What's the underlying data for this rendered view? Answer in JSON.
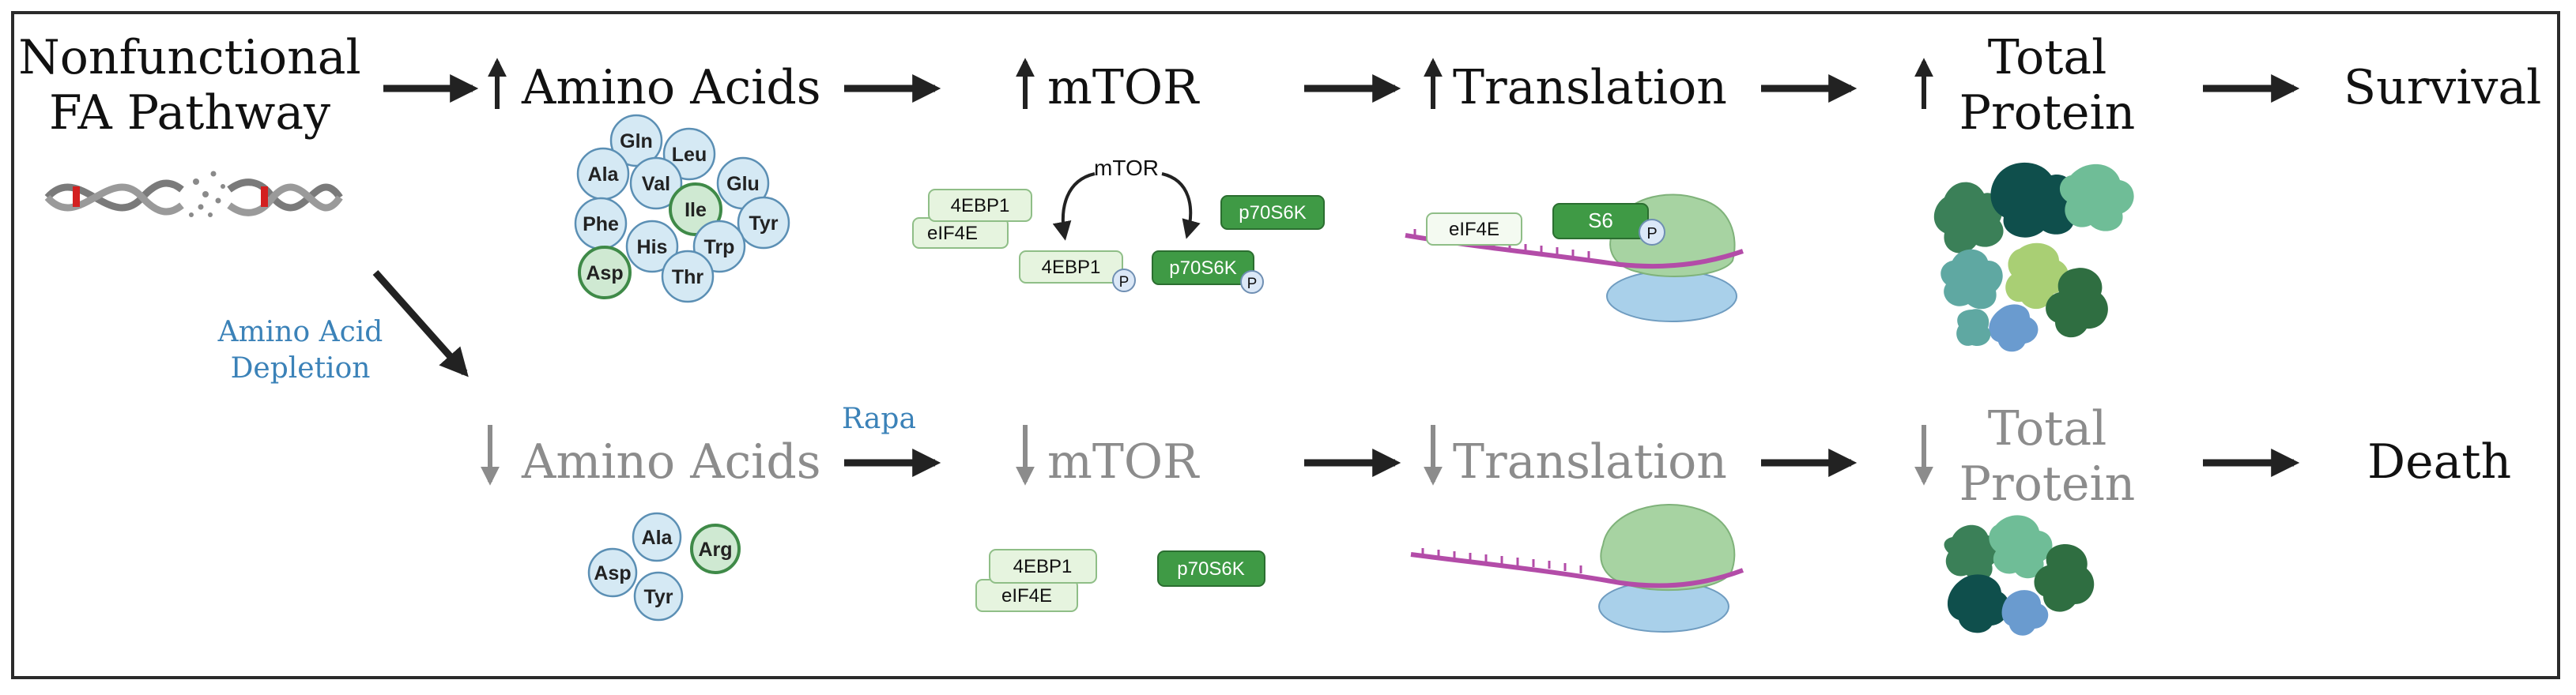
{
  "colors": {
    "text": "#111111",
    "dim_text": "#8c8c8c",
    "annotation": "#3b82b8",
    "arrow": "#222222",
    "dim_arrow": "#8c8c8c",
    "aa_fill": "#d5e9f4",
    "aa_green_fill": "#cfe9d2",
    "light_green": "#e6f4df",
    "dark_green": "#3f9a45",
    "mrna": "#b34ca8",
    "ribosome_large": "#a7d3a2",
    "ribosome_small": "#a9d0ea",
    "dna": "#7a7a7a",
    "mutation": "#d32020"
  },
  "top": {
    "source": [
      "Nonfunctional",
      "FA Pathway"
    ],
    "amino_acids": "Amino Acids",
    "mtor": "mTOR",
    "translation": "Translation",
    "total_protein": [
      "Total",
      "Protein"
    ],
    "outcome": "Survival",
    "amino_acid_list": [
      "Gln",
      "Leu",
      "Ala",
      "Val",
      "Glu",
      "Ile",
      "Phe",
      "Tyr",
      "His",
      "Trp",
      "Asp",
      "Thr"
    ],
    "mtor_detail": {
      "kinase": "mTOR",
      "bp1": "4EBP1",
      "eif4e": "eIF4E",
      "bp1_p": "4EBP1",
      "s6k": "p70S6K",
      "s6k_p": "p70S6K",
      "phospho": "P"
    },
    "translation_detail": {
      "eif4e": "eIF4E",
      "s6": "S6",
      "phospho": "P"
    }
  },
  "depletion": {
    "line1": "Amino Acid",
    "line2": "Depletion"
  },
  "bottom": {
    "amino_acids": "Amino Acids",
    "inhibitor": "Rapa",
    "mtor": "mTOR",
    "translation": "Translation",
    "total_protein": [
      "Total",
      "Protein"
    ],
    "outcome": "Death",
    "amino_acid_list": [
      "Ala",
      "Arg",
      "Asp",
      "Tyr"
    ],
    "mtor_detail": {
      "bp1": "4EBP1",
      "eif4e": "eIF4E",
      "s6k": "p70S6K"
    }
  }
}
